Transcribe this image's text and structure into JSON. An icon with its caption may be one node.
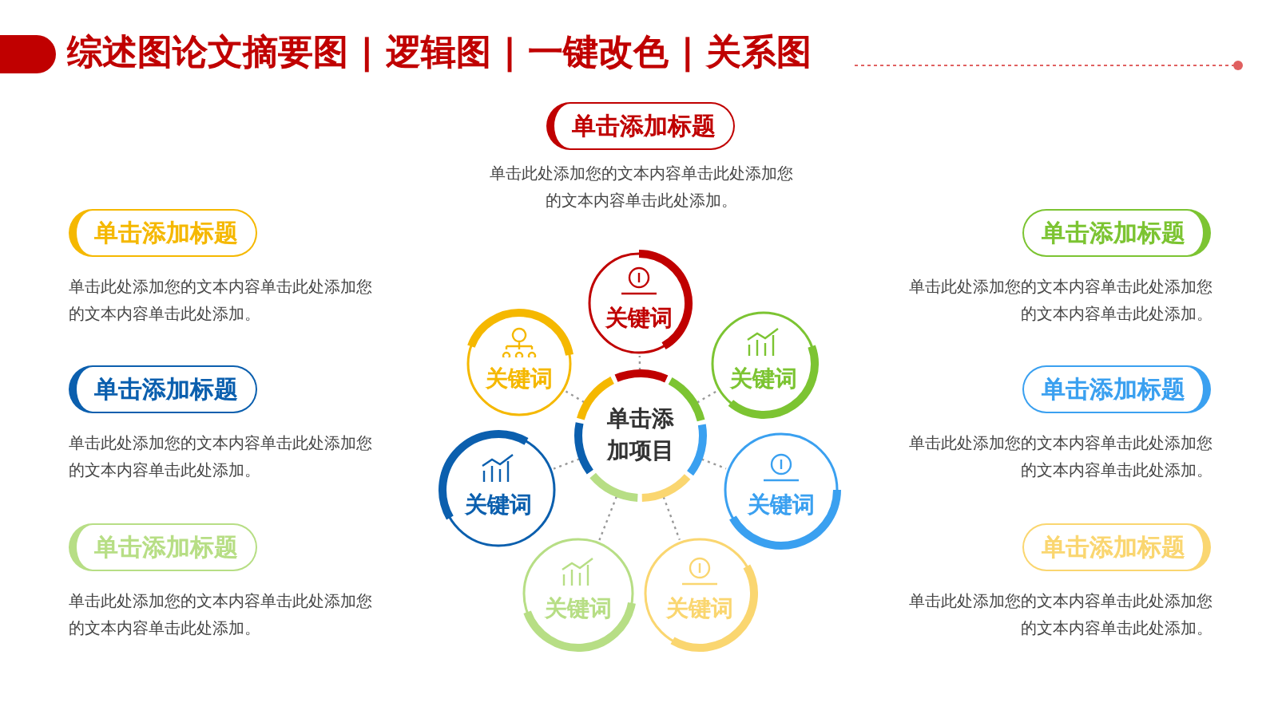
{
  "diagram": {
    "title": "综述图论文摘要图 | 逻辑图 | 一键改色 | 关系图",
    "nodes": [
      {
        "text": [
          "单击添加标题"
        ],
        "beside": [
          "单击此处添加您的文本内容单击此处添加您的文本内容单击此处添加。"
        ]
      },
      {
        "text": [
          "单击添加标题"
        ],
        "beside": [
          "单击此处添加您的文本内容单击此处添加您的文本内容单击此处添加。"
        ]
      },
      {
        "text": [
          "单击添加标题"
        ],
        "beside": [
          "单击此处添加您的文本内容单击此处添加您的文本内容单击此处添加。"
        ]
      },
      {
        "text": [
          "单击添加标题"
        ],
        "beside": [
          "单击此处添加您的文本内容单击此处添加您的文本内容单击此处添加。"
        ]
      },
      {
        "text": [
          "单击添加标题"
        ],
        "beside": [
          "单击此处添加您的文本内容单击此处添加您的文本内容单击此处添加。"
        ]
      },
      {
        "text": [
          "单击添加标题"
        ],
        "beside": [
          "单击此处添加您的文本内容单击此处添加您的文本内容单击此处添加。"
        ]
      },
      {
        "text": [
          "单击添加标题"
        ],
        "beside": [
          "单击此处添加您的文本内容单击此处添加您的文本内容单击此处添加。"
        ]
      },
      {
        "text": [
          "单击添加项目"
        ]
      },
      {
        "text": [
          "关键词"
        ]
      },
      {
        "text": [
          "关键词"
        ]
      },
      {
        "text": [
          "关键词"
        ]
      },
      {
        "text": [
          "关键词"
        ]
      },
      {
        "text": [
          "关键词"
        ]
      },
      {
        "text": [
          "关键词"
        ]
      },
      {
        "text": [
          "关键词"
        ]
      }
    ],
    "edges": [
      {
        "from": 7,
        "to": 8,
        "arrow": "none"
      },
      {
        "from": 7,
        "to": 9,
        "arrow": "none"
      },
      {
        "from": 7,
        "to": 10,
        "arrow": "none"
      },
      {
        "from": 7,
        "to": 11,
        "arrow": "none"
      },
      {
        "from": 7,
        "to": 12,
        "arrow": "none"
      },
      {
        "from": 7,
        "to": 13,
        "arrow": "none"
      },
      {
        "from": 7,
        "to": 14,
        "arrow": "none"
      }
    ]
  }
}
